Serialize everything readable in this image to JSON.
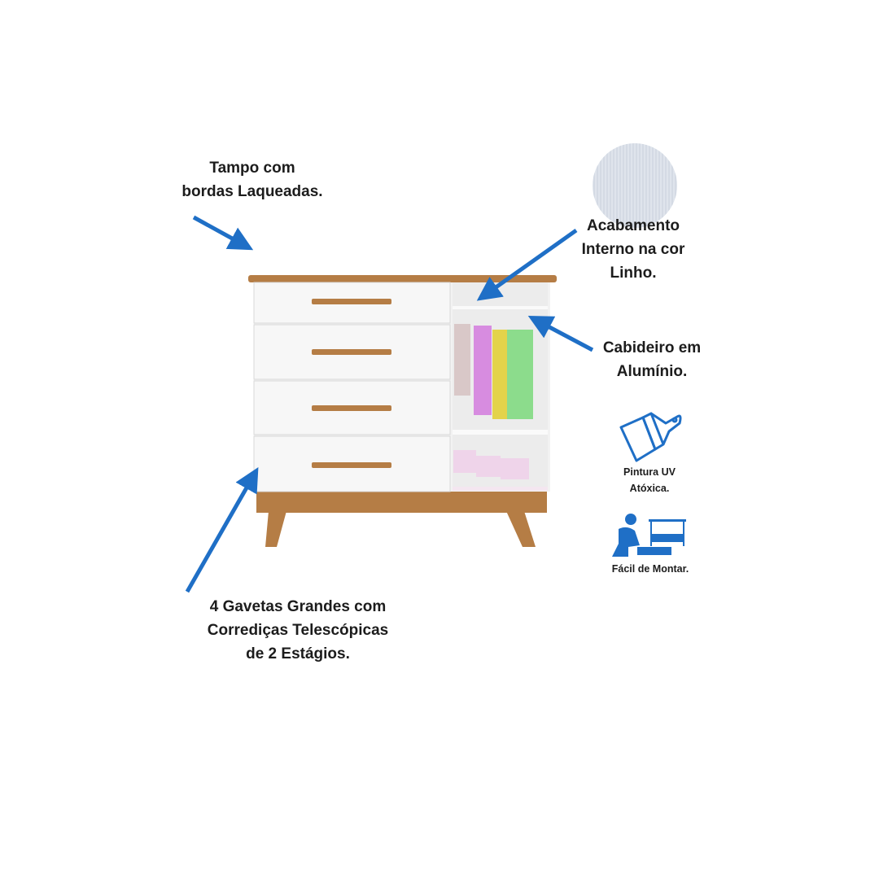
{
  "callouts": {
    "top": [
      "Tampo com",
      "bordas Laqueadas."
    ],
    "interior": [
      "Acabamento",
      "Interno na cor",
      "Linho."
    ],
    "rail": [
      "Cabideiro em",
      "Alumínio."
    ],
    "drawers": [
      "4 Gavetas Grandes com",
      "Corrediças Telescópicas",
      "de 2 Estágios."
    ]
  },
  "features": [
    {
      "icon": "paint-brush-icon",
      "lines": [
        "Pintura UV",
        "Atóxica."
      ]
    },
    {
      "icon": "assembly-worker-icon",
      "lines": [
        "Fácil de Montar."
      ]
    }
  ],
  "colors": {
    "arrow": "#1f6fc6",
    "wood": "#b57d45",
    "white": "#f6f6f6",
    "icon": "#1f6fc6",
    "linen": "#dfe4ec"
  }
}
